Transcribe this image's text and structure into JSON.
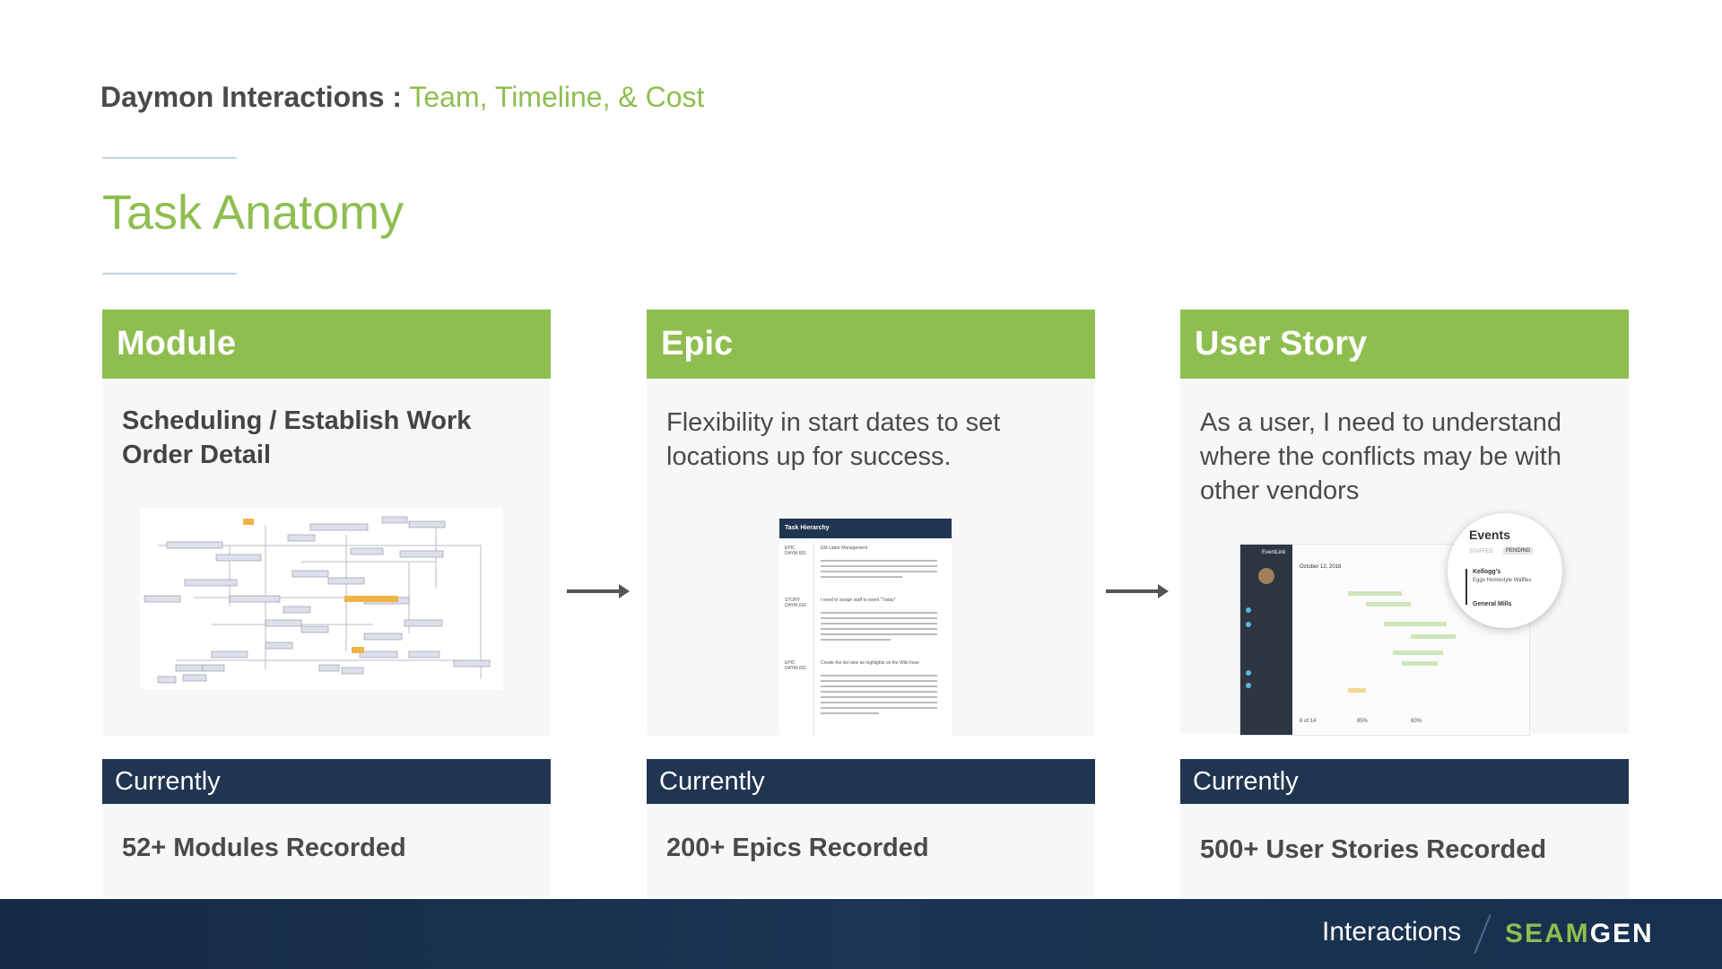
{
  "header": {
    "prefix": "Daymon Interactions :",
    "suffix": "Team, Timeline, & Cost"
  },
  "title": "Task Anatomy",
  "columns": [
    {
      "heading": "Module",
      "description": "Scheduling / Establish Work Order Detail",
      "current_label": "Currently",
      "count": "52+ Modules Recorded"
    },
    {
      "heading": "Epic",
      "description": "Flexibility in start dates to set locations up for success.",
      "current_label": "Currently",
      "count": "200+ Epics Recorded"
    },
    {
      "heading": "User Story",
      "description": "As a user, I need to understand where the conflicts may be with other vendors",
      "current_label": "Currently",
      "count": "500+ User Stories Recorded"
    }
  ],
  "epic_doc": {
    "header": "Task Hierarchy",
    "rows": [
      {
        "tag": "EPIC DAYM-001",
        "text": "EM Labor Management"
      },
      {
        "tag": "STORY DAYM-016",
        "text": "I need to assign staff to event \"Today\""
      },
      {
        "tag": "EPIC DAYM-001",
        "text": "Create the list view as highlights on the Wiki hove"
      }
    ]
  },
  "story_popup": {
    "title": "Events",
    "tabs": [
      "STAFFED",
      "PENDING"
    ],
    "items": [
      "Kellogg's",
      "Eggo Homestyle Waffles",
      "General Mills"
    ]
  },
  "story_app": {
    "name": "EventLink",
    "date": "October 12, 2016",
    "stat_1": "8 of 14",
    "stat_2": "85%",
    "stat_3": "60%"
  },
  "footer": {
    "brand_left": "Interactions",
    "brand_right_1": "SEAM",
    "brand_right_2": "GEN"
  },
  "colors": {
    "green": "#8fbe50",
    "navy": "#203550",
    "footer": "#17304c"
  }
}
